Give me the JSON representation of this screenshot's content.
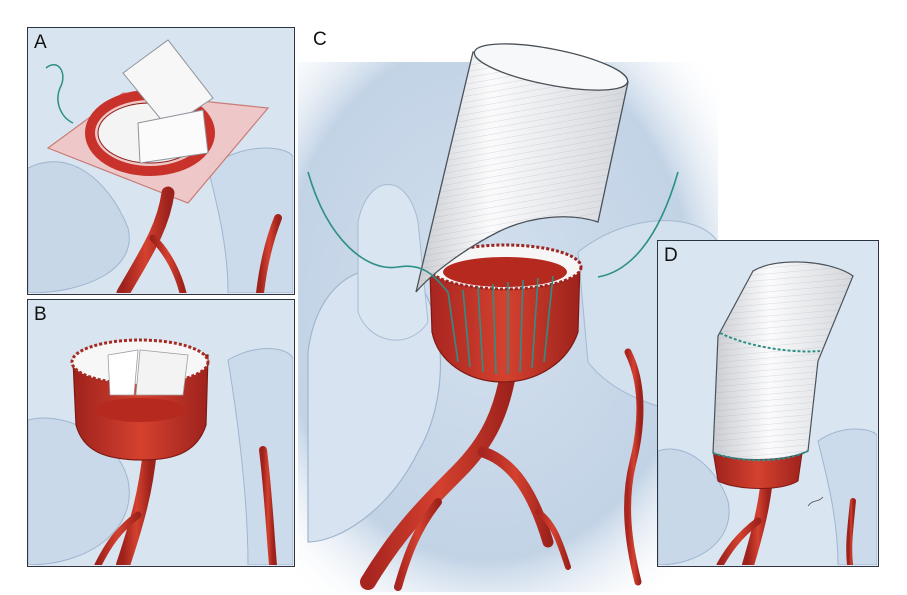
{
  "panels": [
    {
      "label": "A"
    },
    {
      "label": "B"
    },
    {
      "label": "C"
    },
    {
      "label": "D"
    }
  ],
  "colors": {
    "artery": "#c8322a",
    "artery_dark": "#8f1f1a",
    "graft": "#eef0f2",
    "suture": "#2e8f86",
    "tissue": "#cddbea",
    "tissue_dark": "#9fb6cf",
    "frame": "#2b3440"
  }
}
